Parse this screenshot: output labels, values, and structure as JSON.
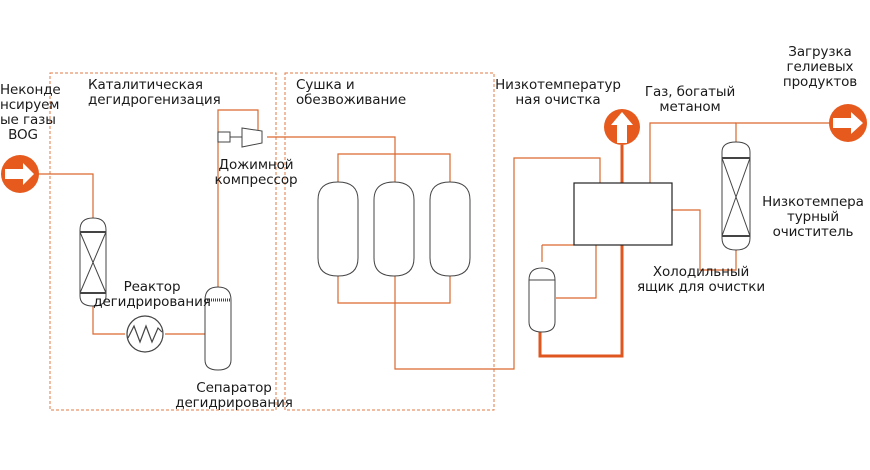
{
  "colors": {
    "pipe": "#d9692e",
    "pipe_bold": "#e0561f",
    "arrow_fill": "#e65a1e",
    "dashed_box": "#e07a45",
    "equipment_stroke": "#444444",
    "text": "#1a1a1a"
  },
  "labels": {
    "inlet_gas": "Неконде\nнсируем\nые газы\nBOG",
    "catalytic_section": "Каталитическая\nдегидрогенизация",
    "drying_section": "Сушка и\nобезвоживание",
    "low_temp_purification": "Низкотемператур\nная очистка",
    "methane_rich_gas": "Газ, богатый\nметаном",
    "helium_product": "Загрузка\nгелиевых\nпродуктов",
    "booster_compressor": "Дожимной\nкомпрессор",
    "dehydro_reactor": "Реактор\nдегидрирования",
    "dehydro_separator": "Сепаратор\nдегидрирования",
    "cold_box": "Холодильный\nящик для очистки",
    "low_temp_purifier": "Низкотемпера\nтурный\nочиститель"
  },
  "icons": {
    "inlet_arrow": "right-arrow-circle-icon",
    "vent_arrow": "up-arrow-circle-icon",
    "product_arrow": "right-arrow-circle-icon",
    "heat_exchanger": "heat-exchanger-icon",
    "compressor": "compressor-icon"
  }
}
